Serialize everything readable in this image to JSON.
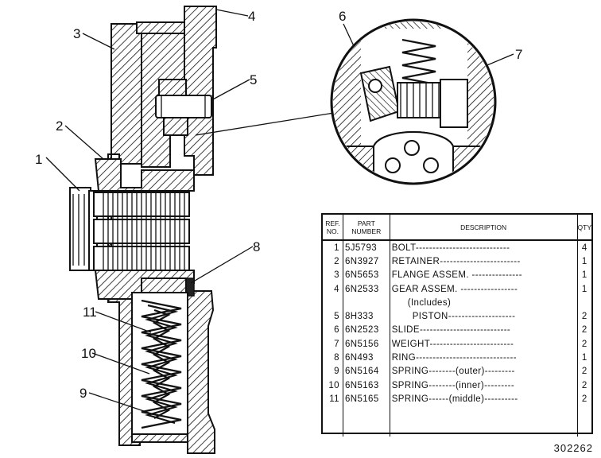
{
  "callouts": [
    "1",
    "2",
    "3",
    "4",
    "5",
    "6",
    "7",
    "8",
    "9",
    "10",
    "11"
  ],
  "table": {
    "headers": {
      "ref": "REF. NO.",
      "part": "PART NUMBER",
      "desc": "DESCRIPTION",
      "qty": "QTY"
    },
    "rows": [
      {
        "ref": "1",
        "part": "5J5793",
        "desc": "BOLT----------------------------",
        "qty": "4"
      },
      {
        "ref": "2",
        "part": "6N3927",
        "desc": "RETAINER------------------------",
        "qty": "1"
      },
      {
        "ref": "3",
        "part": "6N5653",
        "desc": "FLANGE ASSEM. ---------------",
        "qty": "1"
      },
      {
        "ref": "4",
        "part": "6N2533",
        "desc": "GEAR ASSEM. -----------------",
        "qty": "1"
      },
      {
        "ref": "",
        "part": "",
        "desc": "(Includes)",
        "qty": ""
      },
      {
        "ref": "5",
        "part": "8H333",
        "desc": "PISTON--------------------",
        "qty": "2"
      },
      {
        "ref": "6",
        "part": "6N2523",
        "desc": "SLIDE---------------------------",
        "qty": "2"
      },
      {
        "ref": "7",
        "part": "6N5156",
        "desc": "WEIGHT-------------------------",
        "qty": "2"
      },
      {
        "ref": "8",
        "part": "6N493",
        "desc": "RING------------------------------",
        "qty": "1"
      },
      {
        "ref": "9",
        "part": "6N5164",
        "desc": "SPRING--------(outer)---------",
        "qty": "2"
      },
      {
        "ref": "10",
        "part": "6N5163",
        "desc": "SPRING--------(inner)---------",
        "qty": "2"
      },
      {
        "ref": "11",
        "part": "6N5165",
        "desc": "SPRING------(middle)----------",
        "qty": "2"
      }
    ]
  },
  "figure_number": "302262"
}
